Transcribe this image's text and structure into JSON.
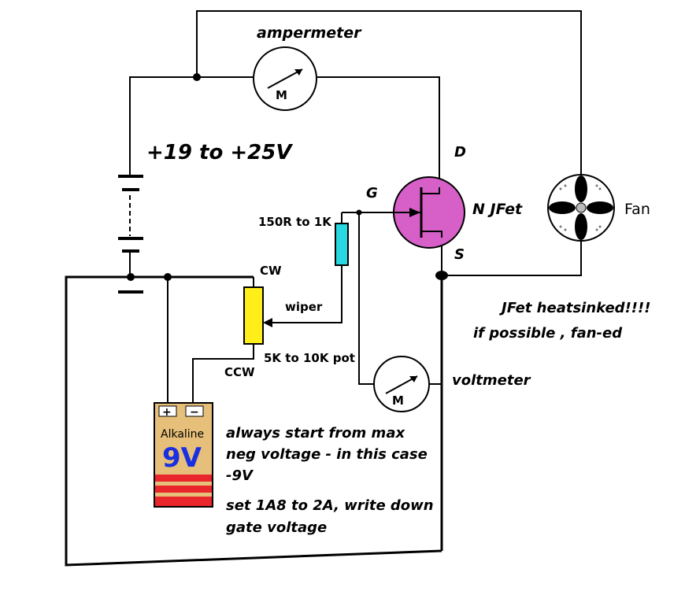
{
  "labels": {
    "ammeter": "ampermeter",
    "supply": "+19 to +25V",
    "drain": "D",
    "gate": "G",
    "source": "S",
    "jfet": "N JFet",
    "fan": "Fan",
    "gate_resistor": "150R to 1K",
    "pot_cw": "CW",
    "wiper": "wiper",
    "pot_ccw": "CCW",
    "pot_value": "5K to 10K pot",
    "voltmeter": "voltmeter",
    "meter_letter": "M"
  },
  "notes": {
    "heatsink_line1": "JFet  heatsinked!!!!",
    "heatsink_line2": "if possible , fan-ed",
    "instr_line1": "always start from max",
    "instr_line2": "neg voltage - in this case",
    "instr_line3": "-9V",
    "instr_line4": "set 1A8 to 2A, write down",
    "instr_line5": "gate voltage"
  },
  "battery": {
    "plus": "+",
    "minus": "−",
    "brand": "Alkaline",
    "voltage": "9V"
  },
  "colors": {
    "jfet_fill": "#d65fc8",
    "resistor_fill": "#29d7e0",
    "pot_fill": "#ffee1a",
    "battery_body": "#e6c07a",
    "battery_voltage_text": "#1a2fe0",
    "battery_stripe_red": "#e8262b",
    "fan_blade": "#000000"
  }
}
